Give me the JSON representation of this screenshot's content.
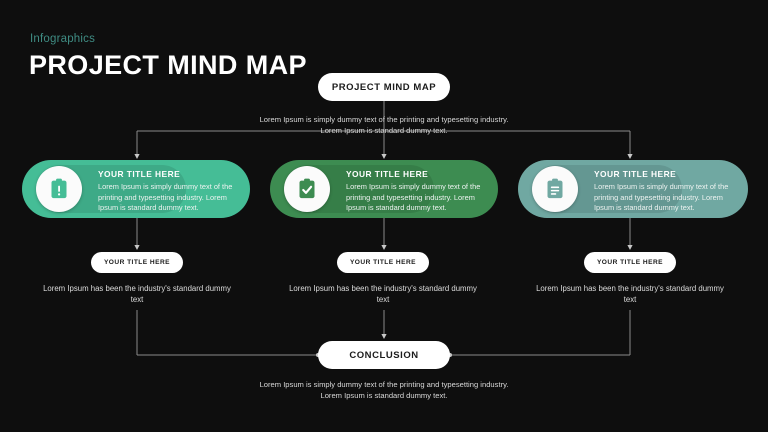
{
  "slide": {
    "kicker": "Infographics",
    "title": "PROJECT MIND MAP",
    "background_color": "#0e0e0e"
  },
  "colors": {
    "accent_blue": "#28a9e2",
    "kicker_teal": "#3f8c83",
    "branch_1": "#45bd96",
    "branch_2": "#3d8c51",
    "branch_3": "#70a8a2",
    "connector": "#8a8a8a"
  },
  "root_node": {
    "label": "PROJECT MIND MAP",
    "description": "Lorem Ipsum is simply dummy text of the printing and typesetting industry. Lorem Ipsum is standard dummy text."
  },
  "conclusion_node": {
    "label": "CONCLUSION",
    "description": "Lorem Ipsum is simply dummy text of the printing and typesetting industry. Lorem Ipsum is standard dummy text."
  },
  "branches": [
    {
      "title": "YOUR TITLE HERE",
      "text": "Lorem Ipsum is simply dummy text of the printing and typesetting industry. Lorem Ipsum is standard dummy text.",
      "icon": "clipboard-alert-icon",
      "color": "#45bd96",
      "sub": {
        "label": "YOUR TITLE HERE",
        "description": "Lorem Ipsum has been the industry's standard dummy text"
      }
    },
    {
      "title": "YOUR TITLE HERE",
      "text": "Lorem Ipsum is simply dummy text of the printing and typesetting industry. Lorem Ipsum is standard dummy text.",
      "icon": "clipboard-check-icon",
      "color": "#3d8c51",
      "sub": {
        "label": "YOUR TITLE HERE",
        "description": "Lorem Ipsum has been the industry's standard dummy text"
      }
    },
    {
      "title": "YOUR TITLE HERE",
      "text": "Lorem Ipsum is simply dummy text of the printing and typesetting industry. Lorem Ipsum is standard dummy text.",
      "icon": "clipboard-list-icon",
      "color": "#70a8a2",
      "sub": {
        "label": "YOUR TITLE HERE",
        "description": "Lorem Ipsum has been the industry's standard dummy text"
      }
    }
  ]
}
